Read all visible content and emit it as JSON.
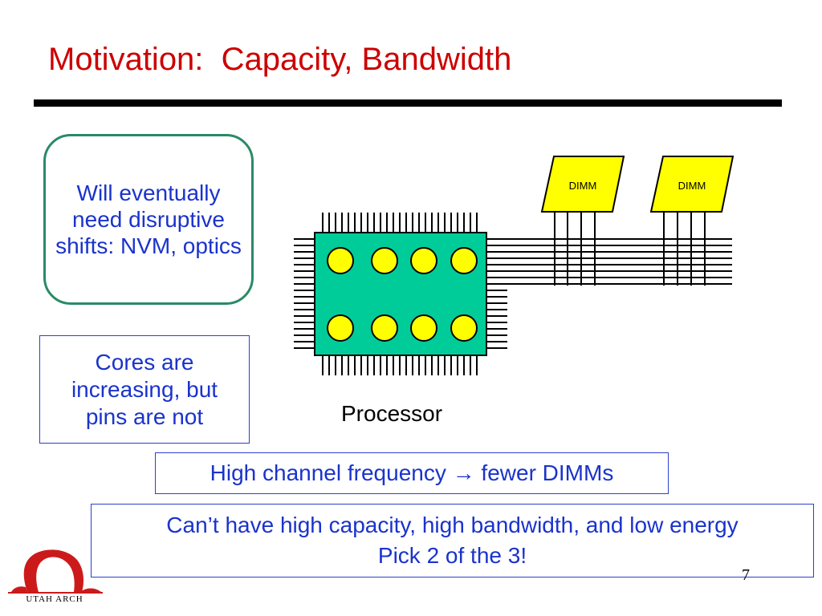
{
  "slide": {
    "title": "Motivation:  Capacity, Bandwidth",
    "number": "7"
  },
  "callouts": {
    "disruptive": "Will eventually need disruptive shifts: NVM, optics",
    "cores": [
      "Cores are",
      "increasing, but",
      "pins are not"
    ],
    "frequency": {
      "left": "High channel frequency",
      "arrow": "→",
      "right": "fewer DIMMs"
    },
    "tradeoff": [
      "Can’t have high capacity, high bandwidth, and low energy",
      "Pick 2 of the 3!"
    ]
  },
  "diagram": {
    "processor_label": "Processor",
    "dimm_labels": [
      "DIMM",
      "DIMM"
    ],
    "core_count": 8,
    "colors": {
      "chip": "#00cc99",
      "core": "#ffff00",
      "dimm": "#ffff00"
    }
  },
  "logo": {
    "text": "UTAH ARCH",
    "icon": "delicate-arch-icon",
    "color": "#cc1a1a"
  }
}
